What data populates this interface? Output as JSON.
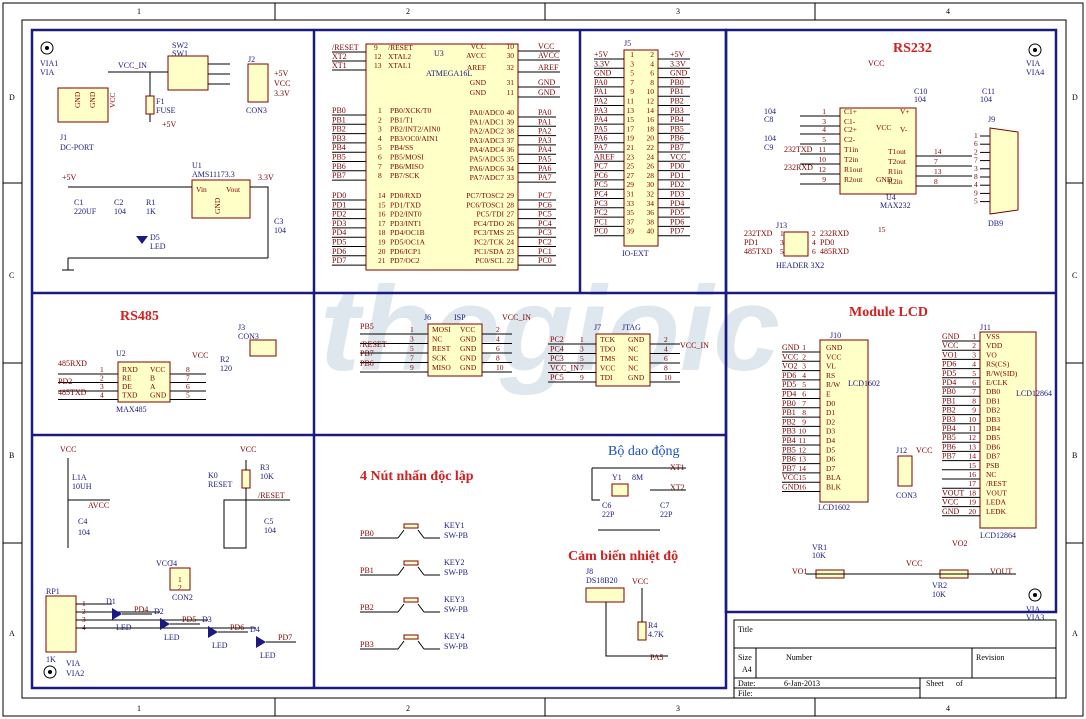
{
  "watermark": "thegioic",
  "grid": {
    "cols": [
      "1",
      "2",
      "3",
      "4"
    ],
    "rows": [
      "D",
      "C",
      "B",
      "A"
    ]
  },
  "headings": {
    "rs232": "RS232",
    "rs485": "RS485",
    "lcd": "Module LCD",
    "buttons": "4 Nút nhấn độc lập",
    "osc": "Bộ dao động",
    "temp": "Cảm biến nhiệt độ"
  },
  "title_block": {
    "title": "Title",
    "size_label": "Size",
    "size": "A4",
    "number": "Number",
    "revision": "Revision",
    "date_label": "Date:",
    "date": "6-Jan-2013",
    "sheet": "Sheet",
    "of": "of",
    "file_label": "File:"
  },
  "power": {
    "via1": "VIA1",
    "via1b": "VIA",
    "via4": "VIA",
    "via4b": "VIA4",
    "via2": "VIA",
    "via2b": "VIA2",
    "via3": "VIA",
    "via3b": "VIA3",
    "vcc_in": "VCC_IN",
    "sw2": "SW2",
    "sw1": "SW1",
    "j1": "J1",
    "dcport": "DC-PORT",
    "fuse": "FUSE",
    "f1": "F1",
    "p5v": "+5V",
    "j2": "J2",
    "con3": "CON3",
    "j2p1": "+5V",
    "j2p2": "VCC",
    "j2p3": "3.3V",
    "u1": "U1",
    "ams": "AMS11173.3",
    "vin": "Vin",
    "vout": "Vout",
    "gnd": "GND",
    "c1": "C1",
    "c1v": "220UF",
    "c2": "C2",
    "c2v": "104",
    "r1": "R1",
    "r1v": "1K",
    "d5": "D5",
    "led": "LED",
    "c3": "C3",
    "c3v": "104",
    "v33": "3.3V",
    "gndlbl": "GND",
    "vcclbl": "VCC"
  },
  "mcu": {
    "u3": "U3",
    "part": "ATMEGA16L",
    "left_nets": [
      "/RESET",
      "XT2",
      "XT1"
    ],
    "left_pins": [
      "/RESET",
      "XTAL2",
      "XTAL1"
    ],
    "left_nums": [
      "9",
      "12",
      "13"
    ],
    "right_pins": [
      "VCC",
      "AVCC",
      "AREF",
      "GND",
      "GND"
    ],
    "right_nums": [
      "10",
      "30",
      "32",
      "31",
      "11"
    ],
    "right_nets": [
      "VCC",
      "AVCC",
      "AREF",
      "GND",
      "GND"
    ],
    "pb_nets": [
      "PB0",
      "PB1",
      "PB2",
      "PB3",
      "PB4",
      "PB5",
      "PB6",
      "PB7"
    ],
    "pb_pins": [
      "PB0/XCK/T0",
      "PB1/T1",
      "PB2/INT2/AIN0",
      "PB3/OC0/AIN1",
      "PB4/SS",
      "PB5/MOSI",
      "PB6/MISO",
      "PB7/SCK"
    ],
    "pb_nums": [
      "1",
      "2",
      "3",
      "4",
      "5",
      "6",
      "7",
      "8"
    ],
    "pa_pins": [
      "PA0/ADC0",
      "PA1/ADC1",
      "PA2/ADC2",
      "PA3/ADC3",
      "PA4/ADC4",
      "PA5/ADC5",
      "PA6/ADC6",
      "PA7/ADC7"
    ],
    "pa_nums": [
      "40",
      "39",
      "38",
      "37",
      "36",
      "35",
      "34",
      "33"
    ],
    "pa_nets": [
      "PA0",
      "PA1",
      "PA2",
      "PA3",
      "PA4",
      "PA5",
      "PA6",
      "PA7"
    ],
    "pd_nets": [
      "PD0",
      "PD1",
      "PD2",
      "PD3",
      "PD4",
      "PD5",
      "PD6",
      "PD7"
    ],
    "pd_pins": [
      "PD0/RXD",
      "PD1/TXD",
      "PD2/INT0",
      "PD3/INT1",
      "PD4/OC1B",
      "PD5/OC1A",
      "PD6/ICP1",
      "PD7/OC2"
    ],
    "pd_nums": [
      "14",
      "15",
      "16",
      "17",
      "18",
      "19",
      "20",
      "21"
    ],
    "pc_pins": [
      "PC7/TOSC2",
      "PC6/TOSC1",
      "PC5/TDI",
      "PC4/TDO",
      "PC3/TMS",
      "PC2/TCK",
      "PC1/SDA",
      "PC0/SCL"
    ],
    "pc_nums": [
      "29",
      "28",
      "27",
      "26",
      "25",
      "24",
      "23",
      "22"
    ],
    "pc_nets": [
      "PC7",
      "PC6",
      "PC5",
      "PC4",
      "PC3",
      "PC2",
      "PC1",
      "PC0"
    ]
  },
  "ioext": {
    "j5": "J5",
    "name": "IO-EXT",
    "left": [
      "+5V",
      "3.3V",
      "GND",
      "PA0",
      "PA1",
      "PA2",
      "PA3",
      "PA4",
      "PA5",
      "PA6",
      "PA7",
      "AREF",
      "PC7",
      "PC6",
      "PC5",
      "PC4",
      "PC3",
      "PC2",
      "PC1",
      "PC0"
    ],
    "right": [
      "+5V",
      "3.3V",
      "GND",
      "PB0",
      "PB1",
      "PB2",
      "PB3",
      "PB4",
      "PB5",
      "PB6",
      "PB7",
      "VCC",
      "PD0",
      "PD1",
      "PD2",
      "PD3",
      "PD4",
      "PD5",
      "PD6",
      "PD7"
    ]
  },
  "rs232": {
    "vcc": "VCC",
    "c10": "C10",
    "c10v": "104",
    "c11": "C11",
    "c11v": "104",
    "c8": "C8",
    "c8v": "104",
    "c9": "C9",
    "c9v": "104",
    "pins": [
      "C1+",
      "C1-",
      "C2+",
      "C2-",
      "T1in",
      "T2in",
      "R1out",
      "R2out"
    ],
    "nums": [
      "1",
      "3",
      "4",
      "5",
      "11",
      "10",
      "12",
      "9"
    ],
    "rpins": [
      "VCC",
      "V+",
      "V-",
      "T1out",
      "T2out",
      "R1in",
      "R2in"
    ],
    "rnums": [
      "16",
      "2",
      "6",
      "14",
      "7",
      "13",
      "8"
    ],
    "gnd": "GND",
    "gndn": "15",
    "u4": "U4",
    "part": "MAX232",
    "j9": "J9",
    "db9": "DB9",
    "n232txd": "232TXD",
    "n232rxd": "232RXD",
    "j13": "J13",
    "header": "HEADER 3X2",
    "h_left": [
      "232TXD",
      "PD1",
      "485TXD"
    ],
    "h_right": [
      "232RXD",
      "PD0",
      "485RXD"
    ]
  },
  "rs485": {
    "u2": "U2",
    "part": "MAX485",
    "vcc": "VCC",
    "r2": "R2",
    "r2v": "120",
    "j3": "J3",
    "con3": "CON3",
    "pins": [
      "RXD",
      "RE",
      "DE",
      "TXD"
    ],
    "rpins": [
      "VCC",
      "B",
      "A",
      "GND"
    ],
    "nets": [
      "485RXD",
      "PD2",
      "485TXD"
    ]
  },
  "isp": {
    "j6": "J6",
    "name": "ISP",
    "vcc_in": "VCC_IN",
    "nets": [
      "PB5",
      "/RESET",
      "PB7",
      "PB6"
    ],
    "lpins": [
      "MOSI",
      "NC",
      "REST",
      "SCK",
      "MISO"
    ],
    "rpins": [
      "VCC",
      "GND",
      "GND",
      "GND",
      "GND"
    ],
    "lnums": [
      "1",
      "3",
      "5",
      "7",
      "9"
    ],
    "rnums": [
      "2",
      "4",
      "6",
      "8",
      "10"
    ]
  },
  "jtag": {
    "j7": "J7",
    "name": "JTAG",
    "vcc_in": "VCC_IN",
    "nets": [
      "PC2",
      "PC4",
      "PC3",
      "VCC_IN",
      "PC5"
    ],
    "lpins": [
      "TCK",
      "TDO",
      "TMS",
      "VCC",
      "TDI"
    ],
    "rpins": [
      "GND",
      "NC",
      "NC",
      "NC",
      "GND"
    ],
    "lnums": [
      "1",
      "3",
      "5",
      "7",
      "9"
    ],
    "rnums": [
      "2",
      "4",
      "6",
      "8",
      "10"
    ]
  },
  "lcd": {
    "j10": "J10",
    "name1602": "LCD1602",
    "sub1602": "LCD1602",
    "left1602": [
      "GND",
      "VCC",
      "VO2",
      "PD6",
      "PD5",
      "PD4",
      "PB0",
      "PB1",
      "PB2",
      "PB3",
      "PB4",
      "PB5",
      "PB6",
      "PB7",
      "VCC",
      "GND"
    ],
    "pins1602": [
      "GND",
      "VCC",
      "VL",
      "RS",
      "R/W",
      "E",
      "D0",
      "D1",
      "D2",
      "D3",
      "D4",
      "D5",
      "D6",
      "D7",
      "BLA",
      "BLK"
    ],
    "j11": "J11",
    "name12864": "LCD12864",
    "sub12864": "LCD12864",
    "left12864": [
      "GND",
      "VCC",
      "VO1",
      "PD6",
      "PD5",
      "PD4",
      "PB0",
      "PB1",
      "PB2",
      "PB3",
      "PB4",
      "PB5",
      "PB6",
      "PB7",
      "",
      "",
      "",
      "VOUT",
      "VCC",
      "GND"
    ],
    "pins12864": [
      "VSS",
      "VDD",
      "VO",
      "RS(CS)",
      "R/W(SID)",
      "E/CLK",
      "DB0",
      "DB1",
      "DB2",
      "DB3",
      "DB4",
      "DB5",
      "DB6",
      "DB7",
      "PSB",
      "NC",
      "/REST",
      "VOUT",
      "LEDA",
      "LEDK"
    ],
    "j12": "J12",
    "vcc": "VCC",
    "con3": "CON3",
    "vr1": "VR1",
    "vr1v": "10K",
    "vo1": "VO1",
    "vr2": "VR2",
    "vr2v": "10K",
    "vo2": "VO2",
    "vout": "VOUT"
  },
  "reset": {
    "vcc": "VCC",
    "l1a": "L1A",
    "l1av": "10UH",
    "avcc": "AVCC",
    "c4": "C4",
    "c4v": "104",
    "r3": "R3",
    "r3v": "10K",
    "k0": "K0",
    "reset": "RESET",
    "rst_net": "/RESET",
    "c5": "C5",
    "c5v": "104",
    "j4": "J4",
    "vcc2": "VCC",
    "con2": "CON2",
    "rp1": "RP1",
    "rp1v": "1K",
    "leds": [
      "D1",
      "D2",
      "D3",
      "D4"
    ],
    "led": "LED",
    "nets": [
      "PD4",
      "PD5",
      "PD6",
      "PD7"
    ]
  },
  "buttons": {
    "nets": [
      "PB0",
      "PB1",
      "PB2",
      "PB3"
    ],
    "keys": [
      "KEY1",
      "KEY2",
      "KEY3",
      "KEY4"
    ],
    "type": "SW-PB"
  },
  "osc": {
    "y1": "Y1",
    "freq": "8M",
    "xt1": "XT1",
    "xt2": "XT2",
    "c6": "C6",
    "c6v": "22P",
    "c7": "C7",
    "c7v": "22P"
  },
  "temp": {
    "j8": "J8",
    "part": "DS18B20",
    "vcc": "VCC",
    "r4": "R4",
    "r4v": "4.7K",
    "net": "PA5"
  }
}
